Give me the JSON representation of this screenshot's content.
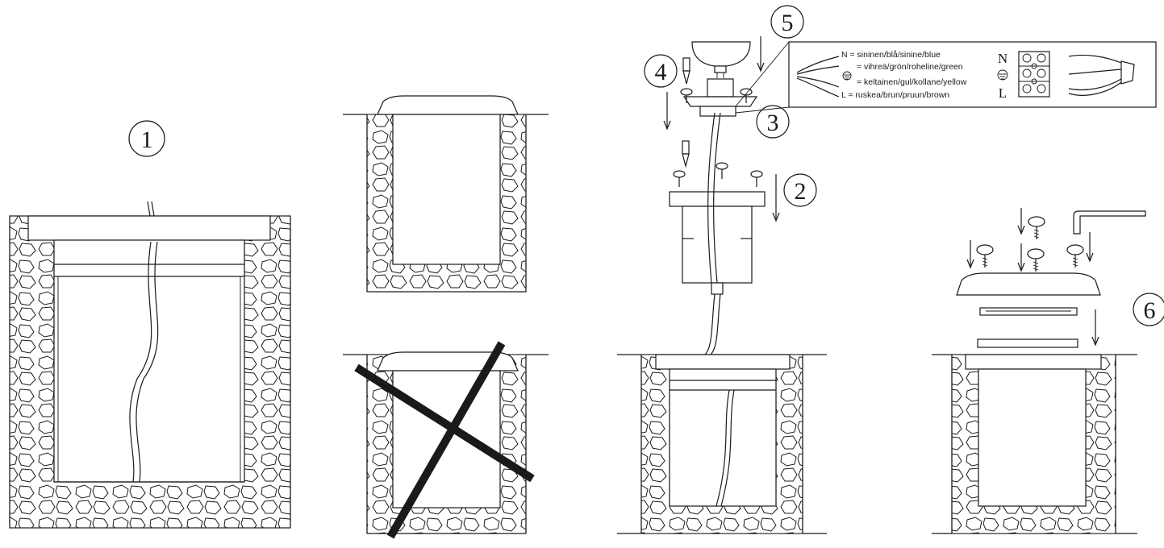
{
  "steps": {
    "s1": "1",
    "s2": "2",
    "s3": "3",
    "s4": "4",
    "s5": "5",
    "s6": "6"
  },
  "wiring_legend": {
    "n_line": "N = sininen/blå/sinine/blue",
    "earth_line": "= vihreä/grön/roheline/green",
    "earth_line2": "= keltainen/gul/kollane/yellow",
    "l_line": "L = ruskea/brun/pruun/brown"
  },
  "terminal_labels": {
    "n": "N",
    "l": "L"
  },
  "icons": [
    "earth-ground-symbol",
    "cross-out-mark",
    "arrow-down",
    "screw",
    "hex-key",
    "lamp-bulb",
    "terminal-block"
  ]
}
